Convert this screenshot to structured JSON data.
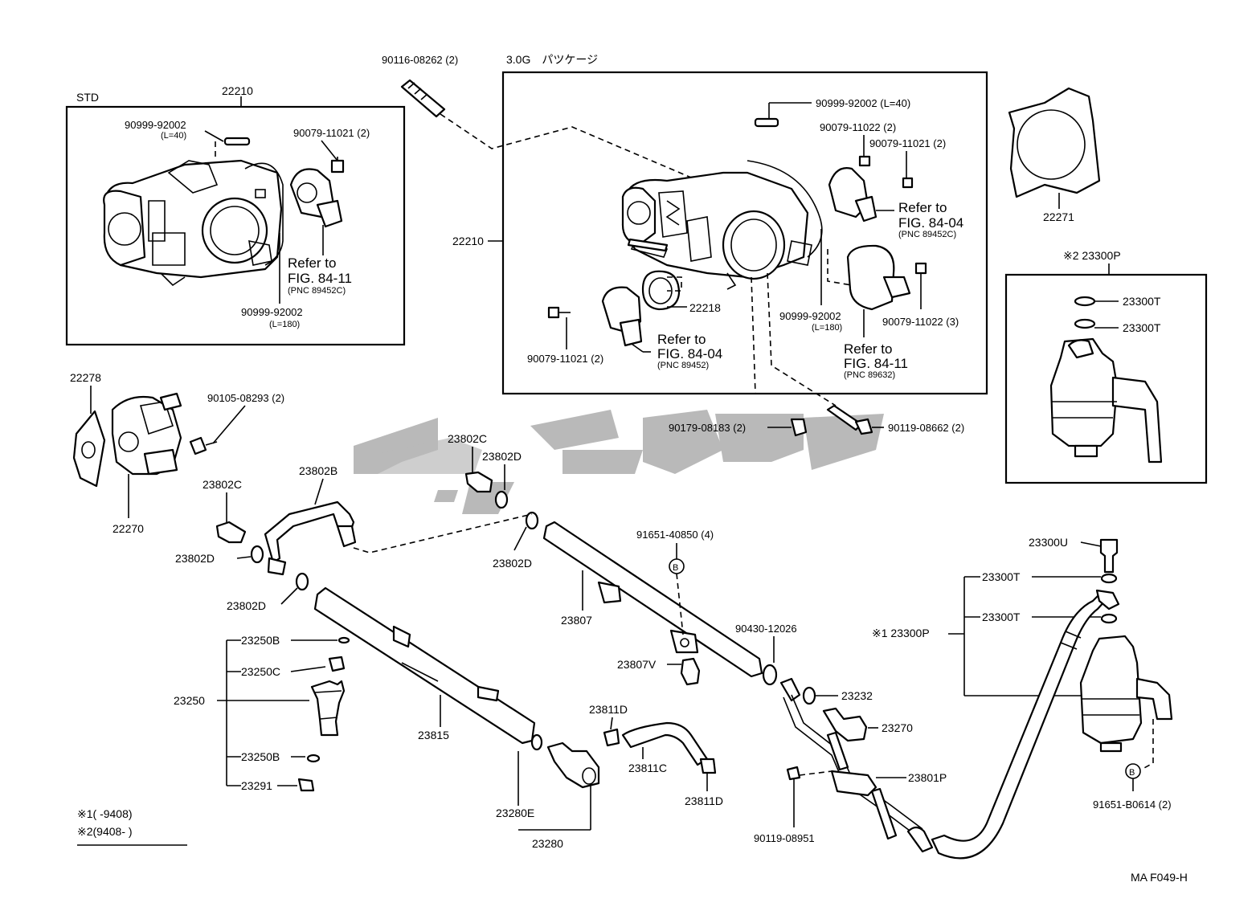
{
  "labels": {
    "std": "STD",
    "pkg_30g": "3.0G　パツケージ",
    "p22210_std": "22210",
    "p22210_30g": "22210",
    "p90116": "90116-08262 (2)",
    "p90999_l40_std": "90999-92002",
    "p90999_l40_std_sub": "(L=40)",
    "p90079_11021_std": "90079-11021 (2)",
    "p90999_l180_std": "90999-92002",
    "p90999_l180_std_sub": "(L=180)",
    "refer_std_1": "Refer  to",
    "refer_std_2": "FIG. 84-11",
    "refer_std_3": "(PNC  89452C)",
    "p90999_l40_30g": "90999-92002 (L=40)",
    "p90079_11022_2": "90079-11022 (2)",
    "p90079_11021_30g_a": "90079-11021 (2)",
    "refer_a_1": "Refer  to",
    "refer_a_2": "FIG. 84-04",
    "refer_a_3": "(PNC  89452C)",
    "p22218": "22218",
    "p90079_11021_30g_b": "90079-11021 (2)",
    "refer_b_1": "Refer to",
    "refer_b_2": "FIG. 84-04",
    "refer_b_3": "(PNC 89452)",
    "p90999_l180_30g": "90999-92002",
    "p90999_l180_30g_sub": "(L=180)",
    "p90079_11022_3": "90079-11022 (3)",
    "refer_c_1": "Refer to",
    "refer_c_2": "FIG. 84-11",
    "refer_c_3": "(PNC 89632)",
    "p22271": "22271",
    "k2_23300P": "※2 23300P",
    "p23300T_a": "23300T",
    "p23300T_b": "23300T",
    "p22278": "22278",
    "p90105": "90105-08293 (2)",
    "p22270": "22270",
    "p90179": "90179-08183 (2)",
    "p90119_08662": "90119-08662 (2)",
    "p23802C_a": "23802C",
    "p23802D_a": "23802D",
    "p23802B": "23802B",
    "p23802C_b": "23802C",
    "p23802D_b": "23802D",
    "p23802D_c": "23802D",
    "p23802D_d": "23802D",
    "p91651_40850": "91651-40850 (4)",
    "p23807": "23807",
    "p23807V": "23807V",
    "p90430": "90430-12026",
    "p23232": "23232",
    "p23270": "23270",
    "p23801P": "23801P",
    "p90119_08951": "90119-08951",
    "p23300U": "23300U",
    "p23300T_c": "23300T",
    "p23300T_d": "23300T",
    "k1_23300P": "※1 23300P",
    "p91651_B0614": "91651-B0614 (2)",
    "b_mark_a": "B",
    "b_mark_b": "B",
    "p23250B_a": "23250B",
    "p23250C": "23250C",
    "p23250": "23250",
    "p23250B_b": "23250B",
    "p23291": "23291",
    "p23815": "23815",
    "p23811D_a": "23811D",
    "p23811C": "23811C",
    "p23811D_b": "23811D",
    "p23280E": "23280E",
    "p23280": "23280",
    "note1": "※1(        -9408)",
    "note2": "※2(9408-        )",
    "fig_code": "MA  F049-H"
  }
}
